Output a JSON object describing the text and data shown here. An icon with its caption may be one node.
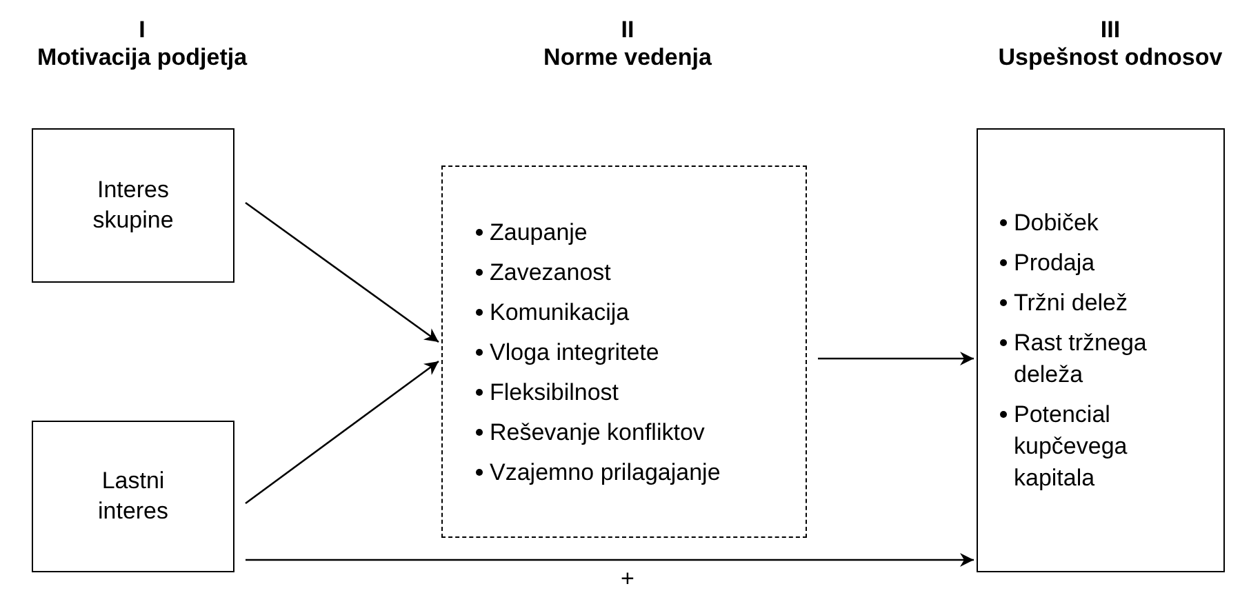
{
  "diagram": {
    "nodes": [
      {
        "text": [
          "Interes skupine"
        ]
      },
      {
        "text": [
          "Lastni interes"
        ]
      },
      {
        "text": [
          "Zaupanje",
          "Zavezanost",
          "Komunikacija",
          "Vloga integritete",
          "Fleksibilnost",
          "Reševanje konfliktov",
          "Vzajemno prilagajanje"
        ]
      },
      {
        "text": [
          "Dobiček",
          "Prodaja",
          "Tržni delež",
          "Rast tržnega deleža",
          "Potencial kupčevega kapitala"
        ]
      }
    ],
    "edges": [
      {
        "from": 0,
        "to": 2,
        "arrow": "to"
      },
      {
        "from": 1,
        "to": 2,
        "arrow": "to"
      },
      {
        "from": 2,
        "to": 3,
        "arrow": "to"
      },
      {
        "from": 1,
        "to": 3,
        "arrow": "to"
      }
    ],
    "labels": [
      "I",
      "Motivacija podjetja",
      "II",
      "Norme vedenja",
      "III",
      "Uspešnost odnosov",
      "+"
    ]
  }
}
